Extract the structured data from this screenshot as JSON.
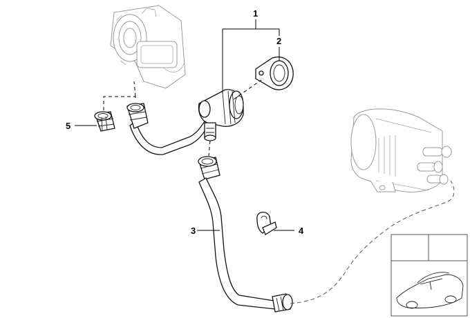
{
  "callouts": {
    "c1": "1",
    "c2": "2",
    "c3": "3",
    "c4": "4",
    "c5": "5"
  },
  "colors": {
    "line": "#000000",
    "ghost": "#9a9a9a",
    "background": "#ffffff"
  }
}
